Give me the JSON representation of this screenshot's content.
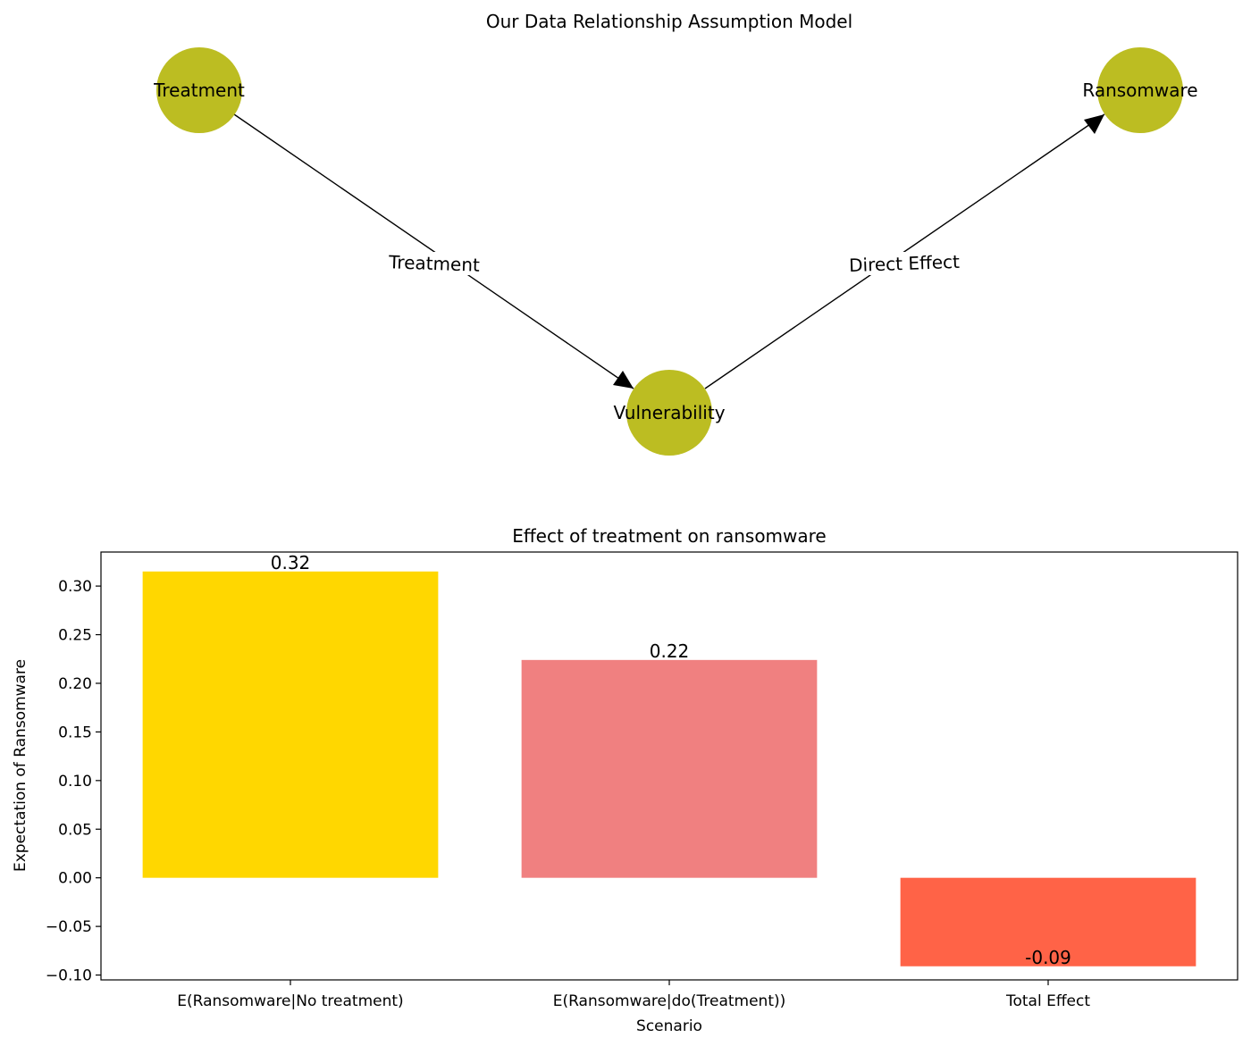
{
  "diagram": {
    "title": "Our Data Relationship Assumption Model",
    "node_color": "#bcbd22",
    "nodes": [
      {
        "id": "treatment",
        "label": "Treatment"
      },
      {
        "id": "vulnerability",
        "label": "Vulnerability"
      },
      {
        "id": "ransomware",
        "label": "Ransomware"
      }
    ],
    "edges": [
      {
        "from": "treatment",
        "to": "vulnerability",
        "label": "Treatment"
      },
      {
        "from": "vulnerability",
        "to": "ransomware",
        "label": "Direct Effect"
      }
    ]
  },
  "chart_data": {
    "type": "bar",
    "title": "Effect of treatment on ransomware",
    "xlabel": "Scenario",
    "ylabel": "Expectation of Ransomware",
    "categories": [
      "E(Ransomware|No treatment)",
      "E(Ransomware|do(Treatment))",
      "Total Effect"
    ],
    "values": [
      0.315,
      0.224,
      -0.091
    ],
    "value_labels": [
      "0.32",
      "0.22",
      "-0.09"
    ],
    "colors": [
      "#ffd700",
      "#f08080",
      "#ff6347"
    ],
    "ylim": [
      -0.105,
      0.335
    ],
    "yticks": [
      -0.1,
      -0.05,
      0.0,
      0.05,
      0.1,
      0.15,
      0.2,
      0.25,
      0.3
    ],
    "ytick_labels": [
      "−0.10",
      "−0.05",
      "0.00",
      "0.05",
      "0.10",
      "0.15",
      "0.20",
      "0.25",
      "0.30"
    ],
    "grid": false,
    "legend": "none"
  }
}
